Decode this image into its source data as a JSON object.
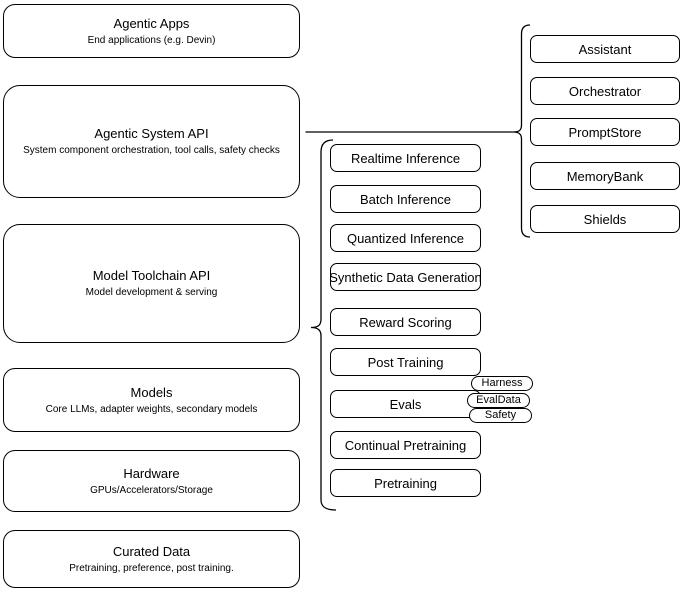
{
  "colors": {
    "background": "#ffffff",
    "node_fill": "#ffffff",
    "node_stroke": "#000000",
    "text": "#000000"
  },
  "left_column": {
    "boxes": [
      {
        "title": "Agentic Apps",
        "subtitle": "End applications (e.g. Devin)"
      },
      {
        "title": "Agentic System API",
        "subtitle": "System component orchestration, tool calls, safety checks"
      },
      {
        "title": "Model Toolchain API",
        "subtitle": "Model development & serving"
      },
      {
        "title": "Models",
        "subtitle": "Core LLMs, adapter weights, secondary models"
      },
      {
        "title": "Hardware",
        "subtitle": "GPUs/Accelerators/Storage"
      },
      {
        "title": "Curated Data",
        "subtitle": "Pretraining, preference, post training."
      }
    ]
  },
  "middle_column": {
    "boxes": [
      {
        "label": "Realtime Inference"
      },
      {
        "label": "Batch Inference"
      },
      {
        "label": "Quantized Inference"
      },
      {
        "label": "Synthetic Data Generation"
      },
      {
        "label": "Reward Scoring"
      },
      {
        "label": "Post Training"
      },
      {
        "label": "Evals"
      },
      {
        "label": "Continual Pretraining"
      },
      {
        "label": "Pretraining"
      }
    ],
    "evals_tags": [
      {
        "label": "Harness"
      },
      {
        "label": "EvalData"
      },
      {
        "label": "Safety"
      }
    ]
  },
  "right_column": {
    "boxes": [
      {
        "label": "Assistant"
      },
      {
        "label": "Orchestrator"
      },
      {
        "label": "PromptStore"
      },
      {
        "label": "MemoryBank"
      },
      {
        "label": "Shields"
      }
    ]
  }
}
